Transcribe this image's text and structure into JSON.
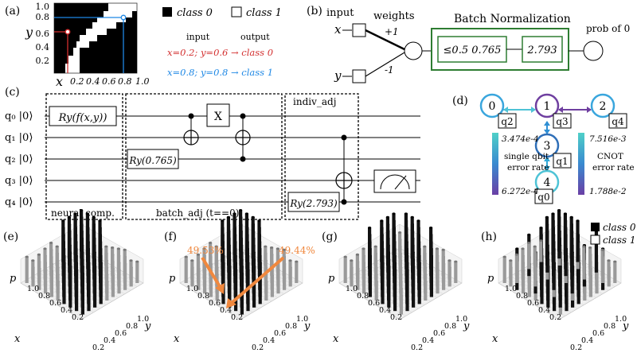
{
  "panels": {
    "a": "(a)",
    "b": "(b)",
    "c": "(c)",
    "d": "(d)",
    "e": "(e)",
    "f": "(f)",
    "g": "(g)",
    "h": "(h)"
  },
  "panel_a": {
    "y_ticks": [
      "1.0",
      "0.8",
      "0.6",
      "0.4",
      "0.2"
    ],
    "x_ticks": [
      "0.2",
      "0.4",
      "0.6",
      "0.8",
      "1.0"
    ],
    "x_label": "x",
    "y_label": "y",
    "legend": {
      "class0": "class 0",
      "class1": "class 1"
    },
    "io_header_input": "input",
    "io_header_output": "output",
    "example1": "x=0.2; y=0.6 → class 0",
    "example2": "x=0.8; y=0.8 → class 1",
    "color_red": "#d32f2f",
    "color_blue": "#1e88e5"
  },
  "panel_b": {
    "input_label": "input",
    "weights_label": "weights",
    "x": "x",
    "y": "y",
    "w1": "+1",
    "w2": "-1",
    "bn_title": "Batch Normalization",
    "bn_box1": "≤0.5  0.765",
    "bn_box2": "2.793",
    "output_label": "prob of 0",
    "green": "#2e7d32"
  },
  "panel_c": {
    "qubits": [
      "q₀ |0⟩",
      "q₁ |0⟩",
      "q₂ |0⟩",
      "q₃ |0⟩",
      "q₄ |0⟩"
    ],
    "gate_ry_f": "Ry(f(x,y))",
    "gate_ry_0765": "Ry(0.765)",
    "gate_x": "X",
    "gate_ry_2793": "Ry(2.793)",
    "label_neural": "neural comp.",
    "label_batch": "batch_adj (t==0)",
    "label_indiv": "indiv_adj"
  },
  "panel_d": {
    "nodes": [
      "0",
      "1",
      "2",
      "3",
      "4"
    ],
    "qlabels": [
      "q2",
      "q3",
      "q4",
      "q1",
      "q0"
    ],
    "sq_top": "3.474e-4",
    "sq_label1": "single qbit",
    "sq_label2": "error rate",
    "sq_bottom": "6.272e-4",
    "cx_top": "7.516e-3",
    "cx_label1": "CNOT",
    "cx_label2": "error rate",
    "cx_bottom": "1.788e-2"
  },
  "plots3d": {
    "p_label": "p",
    "x_label": "x",
    "y_label": "y",
    "ticks": [
      "1.0",
      "0.8",
      "0.6",
      "0.4",
      "0.2"
    ],
    "ticks_y": [
      "0.2",
      "0.4",
      "0.6",
      "0.8",
      "1.0"
    ],
    "annot_f1": "49.53%",
    "annot_f2": "49.44%",
    "legend_class0": "class 0",
    "legend_class1": "class 1",
    "orange": "#f0883e"
  }
}
